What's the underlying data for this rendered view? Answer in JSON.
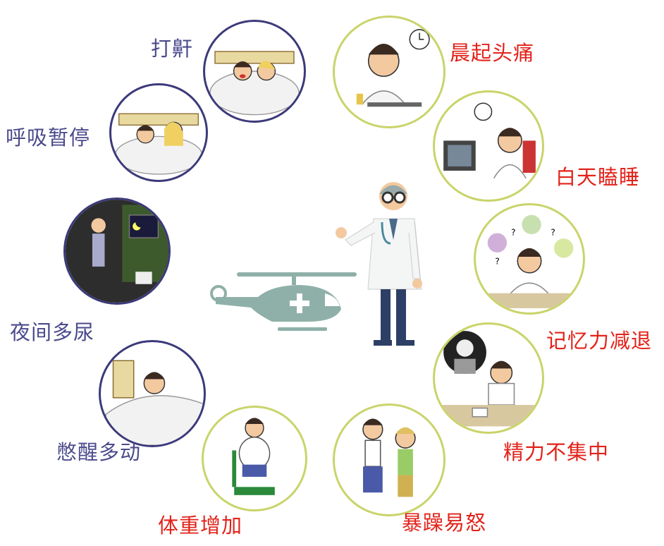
{
  "colors": {
    "purple_label": "#4b4a8c",
    "red_label": "#e2231a",
    "purple_ring": "#3c3a7a",
    "yellow_ring": "#c9d46a",
    "helicopter": "#8fb0a8"
  },
  "symptoms": [
    {
      "id": "snoring",
      "label": "打鼾",
      "side": "left"
    },
    {
      "id": "morning-headache",
      "label": "晨起头痛",
      "side": "right"
    },
    {
      "id": "apnea",
      "label": "呼吸暂停",
      "side": "left"
    },
    {
      "id": "daytime-sleepiness",
      "label": "白天瞌睡",
      "side": "right"
    },
    {
      "id": "nocturia",
      "label": "夜间多尿",
      "side": "left"
    },
    {
      "id": "memory-loss",
      "label": "记忆力减退",
      "side": "right"
    },
    {
      "id": "restless-sleep",
      "label": "憋醒多动",
      "side": "left"
    },
    {
      "id": "poor-concentration",
      "label": "精力不集中",
      "side": "right"
    },
    {
      "id": "weight-gain",
      "label": "体重增加",
      "side": "right"
    },
    {
      "id": "irritability",
      "label": "暴躁易怒",
      "side": "right"
    }
  ]
}
